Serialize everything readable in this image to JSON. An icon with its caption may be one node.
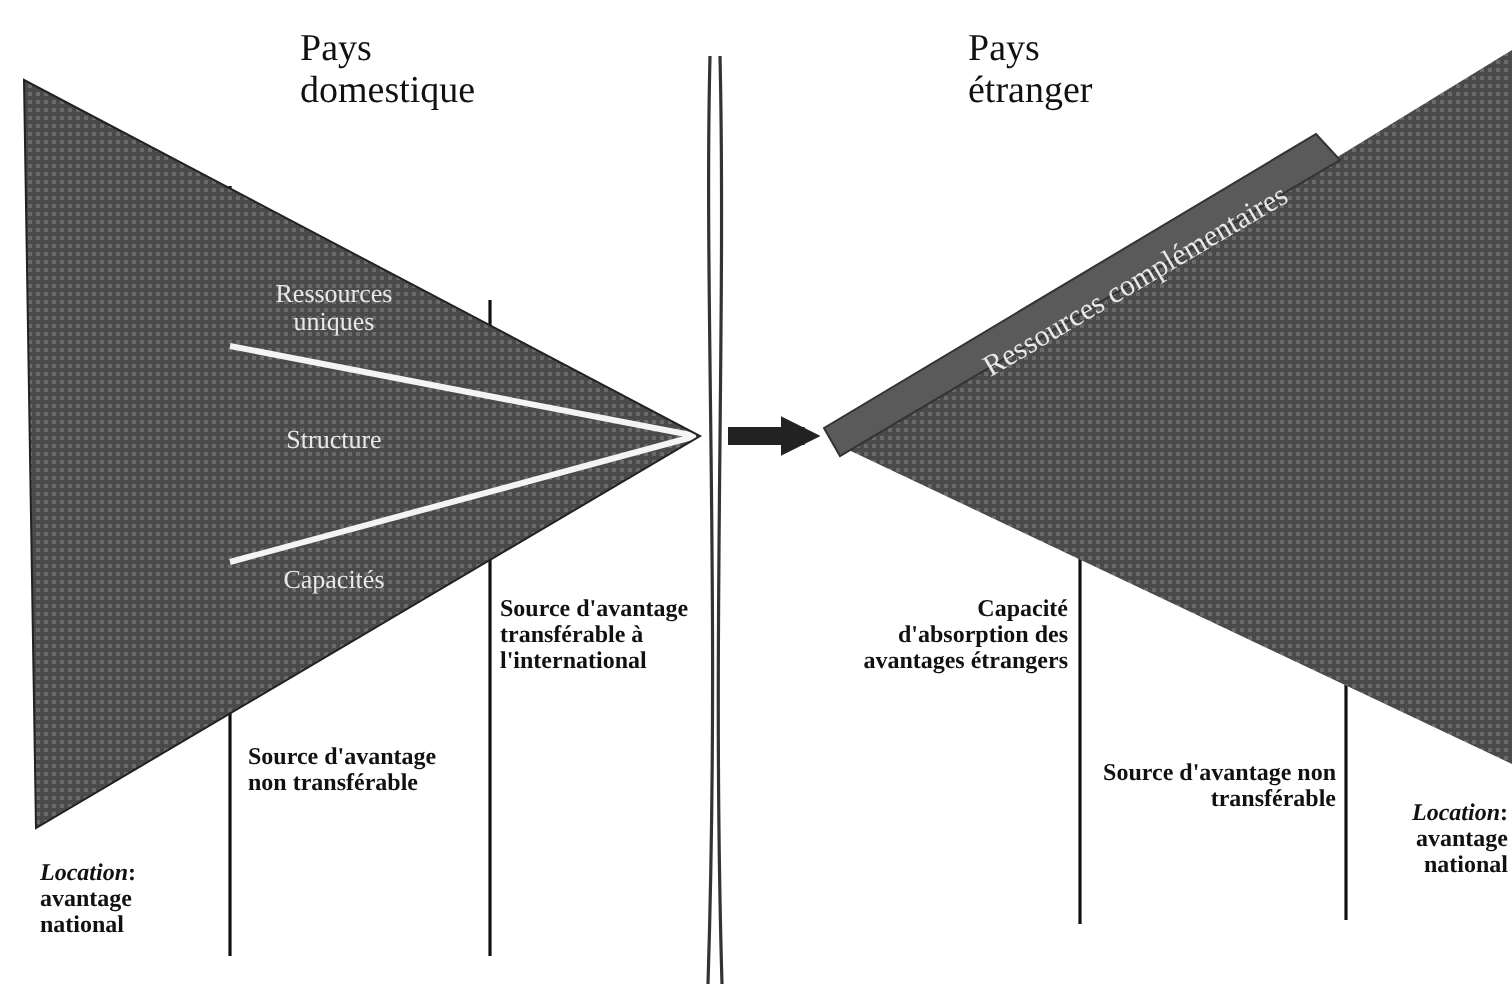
{
  "diagram": {
    "nodes": [
      {
        "text": [
          "Ressources uniques",
          "Structure",
          "Capacités"
        ]
      },
      {
        "text": [
          "Ressources complémentaires"
        ]
      }
    ],
    "edges": [
      {
        "from": 0,
        "to": 1,
        "arrow": "to"
      }
    ],
    "labels": [
      "Pays domestique",
      "Pays étranger",
      "Source d'avantage non transférable",
      "Source d'avantage transférable à l'international",
      "*Location*: avantage national",
      "Capacité d'absorption des avantages étrangers",
      "Source d'avantage non transférable",
      "*Location*: avantage national"
    ]
  }
}
